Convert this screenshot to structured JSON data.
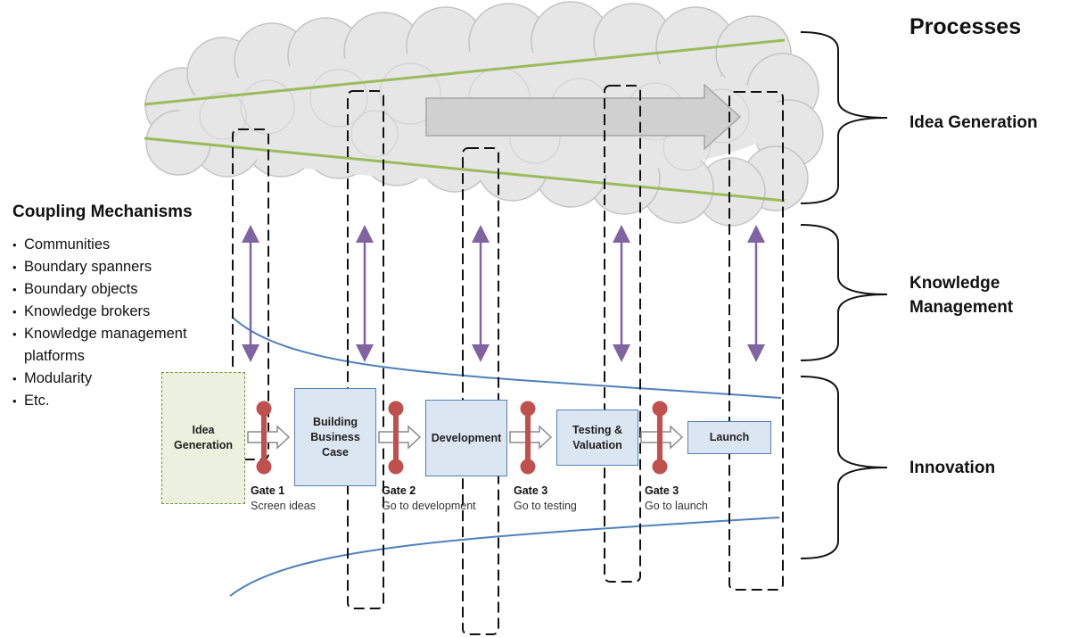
{
  "processes": {
    "title": "Processes",
    "items": [
      {
        "label": "Idea Generation"
      },
      {
        "label": "Knowledge Management"
      },
      {
        "label": "Innovation"
      }
    ]
  },
  "coupling": {
    "title": "Coupling Mechanisms",
    "items": [
      "Communities",
      "Boundary spanners",
      "Boundary objects",
      "Knowledge brokers",
      "Knowledge management platforms",
      "Modularity",
      "Etc."
    ]
  },
  "stages": [
    {
      "label": "Idea Generation"
    },
    {
      "label": "Building Business Case"
    },
    {
      "label": "Development"
    },
    {
      "label": "Testing & Valuation"
    },
    {
      "label": "Launch"
    }
  ],
  "gates": [
    {
      "name": "Gate 1",
      "desc": "Screen ideas"
    },
    {
      "name": "Gate 2",
      "desc": "Go to development"
    },
    {
      "name": "Gate 3",
      "desc": "Go to testing"
    },
    {
      "name": "Gate 3",
      "desc": "Go to launch"
    }
  ],
  "colors": {
    "cloud_fill": "#e8e8e8",
    "cloud_stroke": "#c8c8c8",
    "funnel_green": "#9bbb59",
    "funnel_blue": "#4f81bd",
    "coupling_arrow": "#8064a2",
    "gate": "#c0504d",
    "stage_fill": "#dce6f2",
    "idea_fill": "#ebf1de"
  }
}
